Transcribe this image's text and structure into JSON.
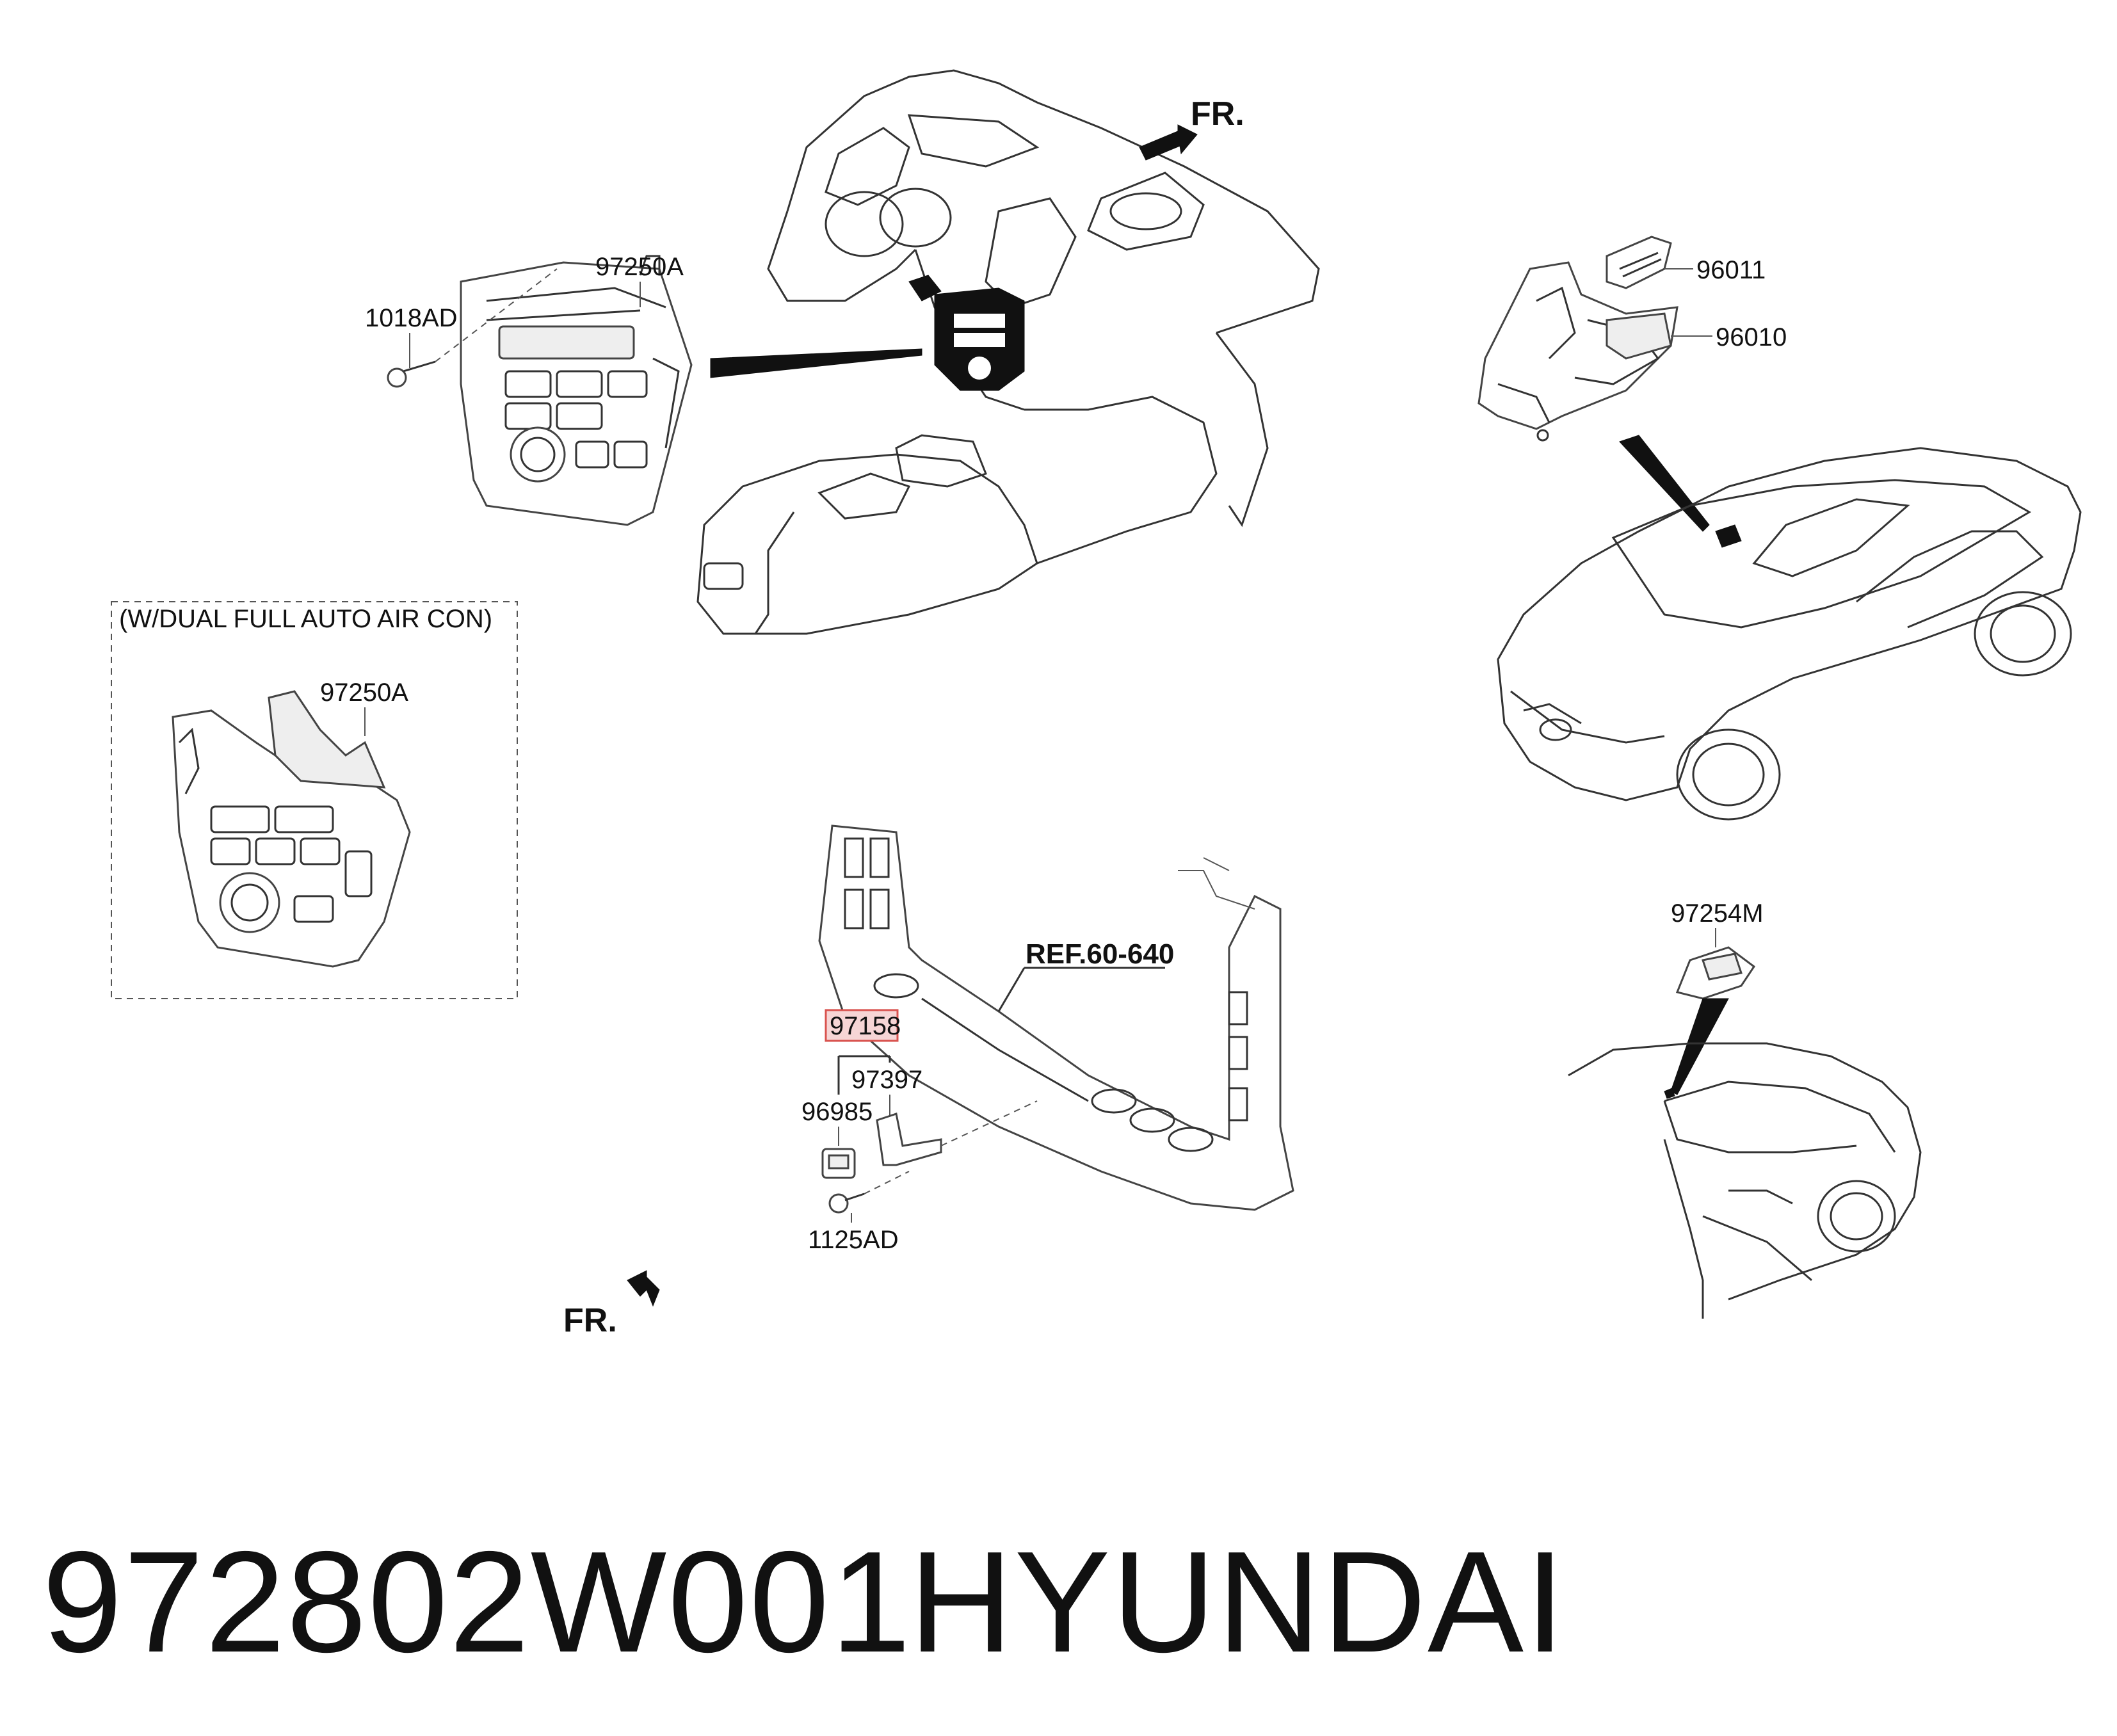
{
  "labels": {
    "fr_top": "FR.",
    "fr_bottom": "FR.",
    "p_97250A_1": "97250A",
    "p_1018AD": "1018AD",
    "variant_note": "(W/DUAL FULL AUTO AIR CON)",
    "p_97250A_2": "97250A",
    "p_96011": "96011",
    "p_96010": "96010",
    "ref": "REF.60-640",
    "p_97158": "97158",
    "p_97397": "97397",
    "p_96985": "96985",
    "p_1125AD": "1125AD",
    "p_97254M": "97254M"
  },
  "footer": {
    "part_number": "972802W001",
    "brand": "HYUNDAI"
  },
  "colors": {
    "line": "#333333",
    "highlight_box_fill": "#f6d5d5",
    "highlight_box_border": "#d9534f"
  }
}
